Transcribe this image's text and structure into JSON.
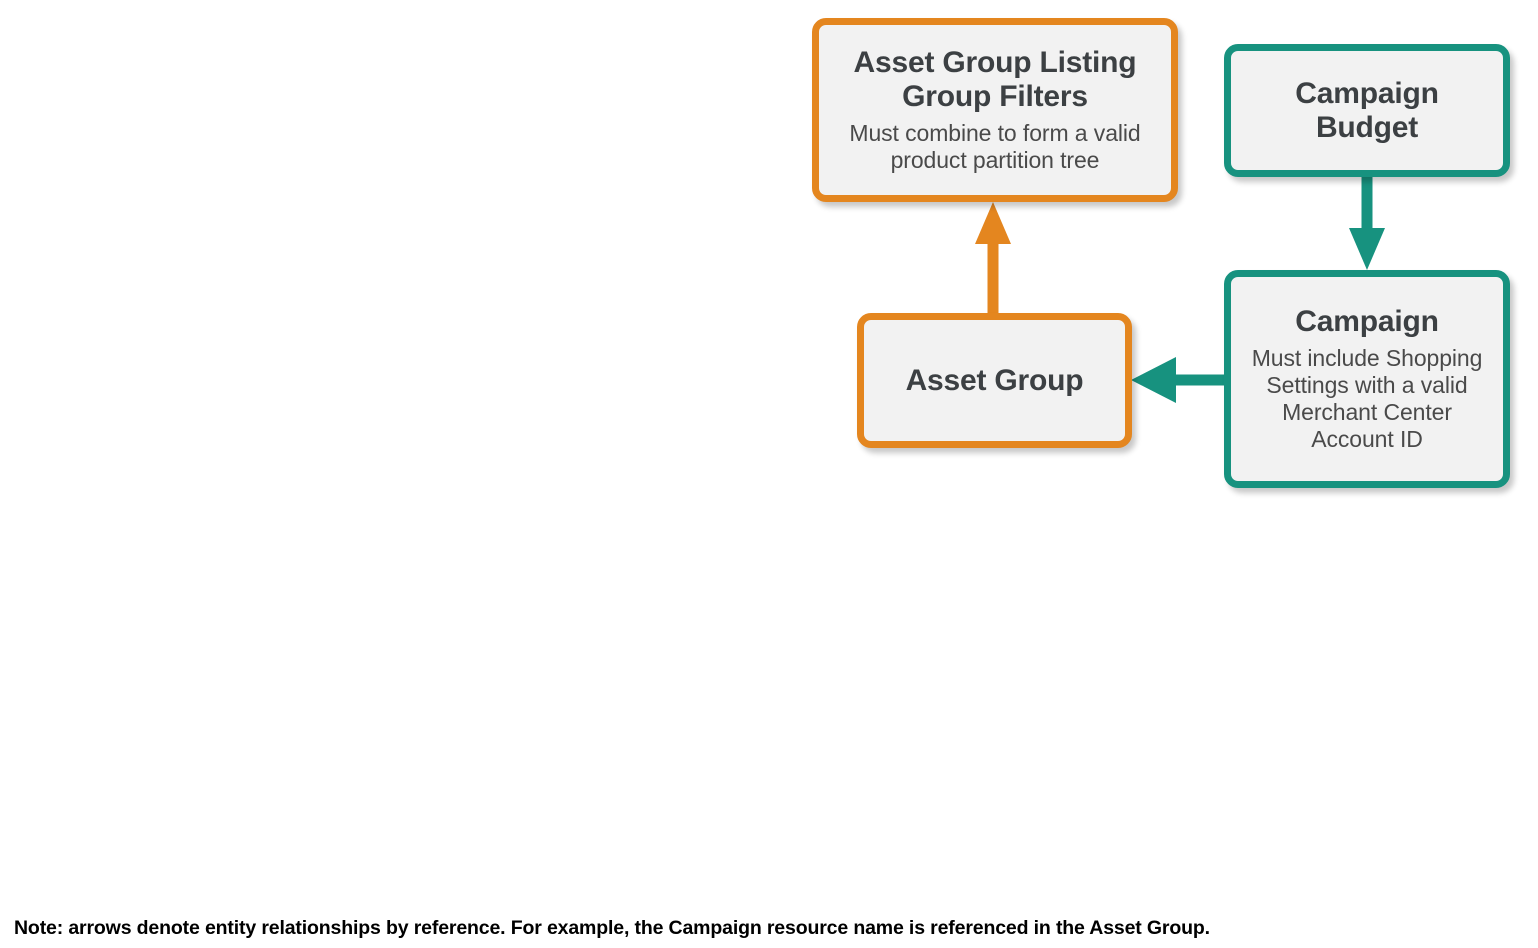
{
  "diagram": {
    "type": "entity-relationship",
    "colors": {
      "orange": "#e4861f",
      "teal": "#17927f",
      "node_fill": "#f2f2f2",
      "title_text": "#3c4043",
      "sub_text": "#4a4a4a",
      "note_text": "#000000",
      "background": "#ffffff"
    },
    "nodes": [
      {
        "id": "asset-group-listing-group-filters",
        "title": "Asset Group Listing Group Filters",
        "subtitle": "Must combine to form a valid product partition tree",
        "color": "orange"
      },
      {
        "id": "campaign-budget",
        "title": "Campaign Budget",
        "subtitle": "",
        "color": "teal"
      },
      {
        "id": "campaign",
        "title": "Campaign",
        "subtitle": "Must include Shopping Settings with a valid Merchant Center Account ID",
        "color": "teal"
      },
      {
        "id": "asset-group",
        "title": "Asset Group",
        "subtitle": "",
        "color": "orange"
      }
    ],
    "edges": [
      {
        "id": "asset-group-to-filters",
        "from": "asset-group",
        "to": "asset-group-listing-group-filters",
        "direction": "up",
        "color": "orange"
      },
      {
        "id": "budget-to-campaign",
        "from": "campaign-budget",
        "to": "campaign",
        "direction": "down",
        "color": "teal"
      },
      {
        "id": "campaign-to-asset-group",
        "from": "campaign",
        "to": "asset-group",
        "direction": "left",
        "color": "teal"
      }
    ],
    "note": "Note: arrows denote entity relationships by reference. For example, the Campaign resource name is referenced in the Asset Group."
  }
}
